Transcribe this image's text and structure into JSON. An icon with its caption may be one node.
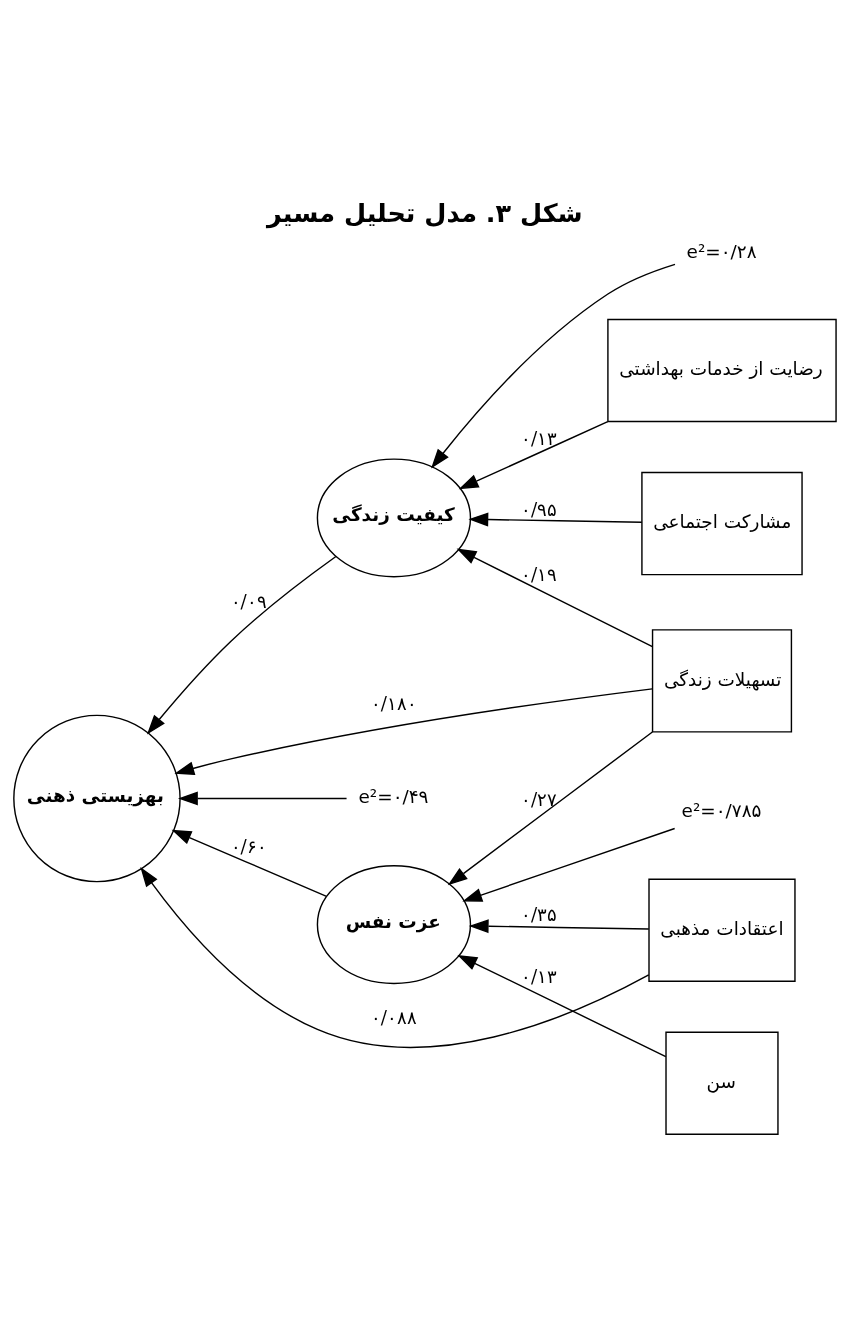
{
  "diagram": {
    "title": "شکل ۳. مدل تحلیل مسیر",
    "nodes": [
      {
        "text": [
          "اعتقادات مذهبی"
        ]
      },
      {
        "text": [
          "مشارکت اجتماعی"
        ]
      },
      {
        "text": [
          "e²=۰/۲۸"
        ]
      },
      {
        "text": [
          "e²=۰/۴۹"
        ]
      },
      {
        "text": [
          "رضایت از خدمات بهداشتی"
        ]
      },
      {
        "text": [
          "کیفیت زندگی"
        ]
      },
      {
        "text": [
          "بهزیستی ذهنی"
        ]
      },
      {
        "text": [
          "عزت نفس"
        ]
      },
      {
        "text": [
          "سن"
        ]
      },
      {
        "text": [
          "تسهیلات زندگی"
        ]
      },
      {
        "text": [
          "e²=۰/۷۸۵"
        ]
      }
    ],
    "edges": [
      {
        "from": 0,
        "to": 6,
        "arrow": "to",
        "label": "۰/۰۸۸"
      },
      {
        "from": 0,
        "to": 7,
        "arrow": "to",
        "label": "۰/۳۵"
      },
      {
        "from": 1,
        "to": 5,
        "arrow": "to",
        "label": "۰/۹۵"
      },
      {
        "from": 2,
        "to": 5,
        "arrow": "to"
      },
      {
        "from": 3,
        "to": 6,
        "arrow": "to"
      },
      {
        "from": 4,
        "to": 5,
        "arrow": "to",
        "label": "۰/۱۳"
      },
      {
        "from": 5,
        "to": 6,
        "arrow": "to",
        "label": "۰/۰۹"
      },
      {
        "from": 9,
        "to": 6,
        "arrow": "to",
        "label": "۰/۱۸۰"
      },
      {
        "from": 9,
        "to": 5,
        "arrow": "to",
        "label": "۰/۱۹"
      },
      {
        "from": 7,
        "to": 6,
        "arrow": "to",
        "label": "۰/۶۰"
      },
      {
        "from": 8,
        "to": 7,
        "arrow": "to",
        "label": "۰/۱۳"
      },
      {
        "from": 9,
        "to": 7,
        "arrow": "to",
        "label": "۰/۲۷"
      },
      {
        "from": 10,
        "to": 7,
        "arrow": "to"
      }
    ]
  }
}
